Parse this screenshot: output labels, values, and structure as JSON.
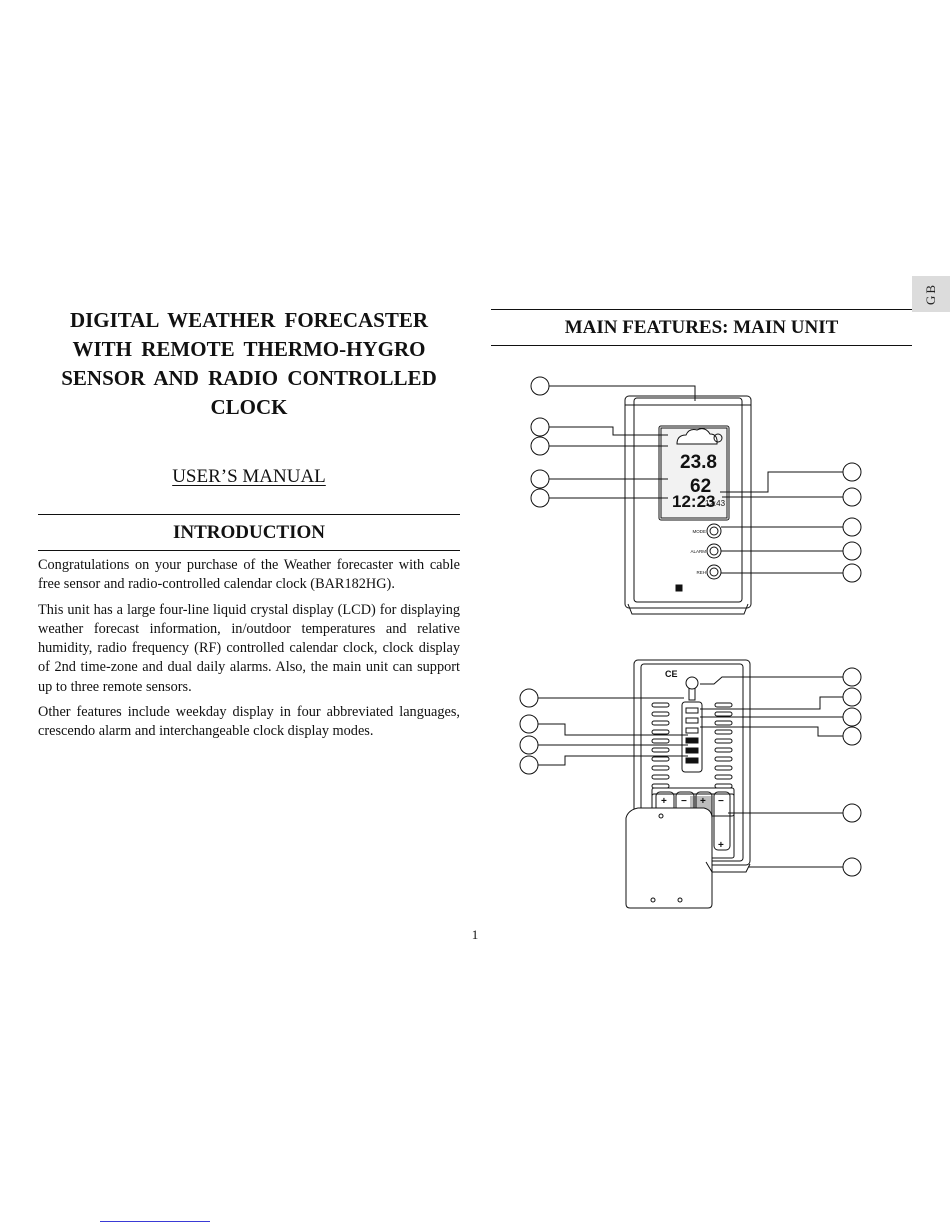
{
  "lang_tab": "GB",
  "title_lines": [
    "DIGITAL  WEATHER  FORECASTER",
    "WITH  REMOTE  THERMO-HYGRO",
    "SENSOR  AND  RADIO  CONTROLLED",
    "CLOCK"
  ],
  "subtitle": "USER’S MANUAL",
  "intro": {
    "heading": "INTRODUCTION",
    "paragraphs": [
      "Congratulations on your purchase of the Weather forecaster with cable free sensor and radio-controlled calendar clock (BAR182HG).",
      "This unit has a large four-line liquid crystal display (LCD) for displaying weather forecast information, in/outdoor temperatures and relative humidity, radio frequency (RF) controlled calendar clock, clock display of 2nd time-zone and dual daily alarms. Also, the main unit can support up to three remote sensors.",
      "Other features include weekday display in four abbreviated languages, crescendo alarm and interchangeable clock display modes."
    ]
  },
  "features": {
    "heading": "MAIN FEATURES: MAIN UNIT",
    "front_view": {
      "lcd": {
        "temperature": "23.8",
        "humidity": "62",
        "time": "12:23",
        "seconds": "12:43"
      },
      "buttons": [
        "MODE",
        "ALARM",
        "REH"
      ]
    },
    "back_view": {}
  },
  "page_number": "1"
}
